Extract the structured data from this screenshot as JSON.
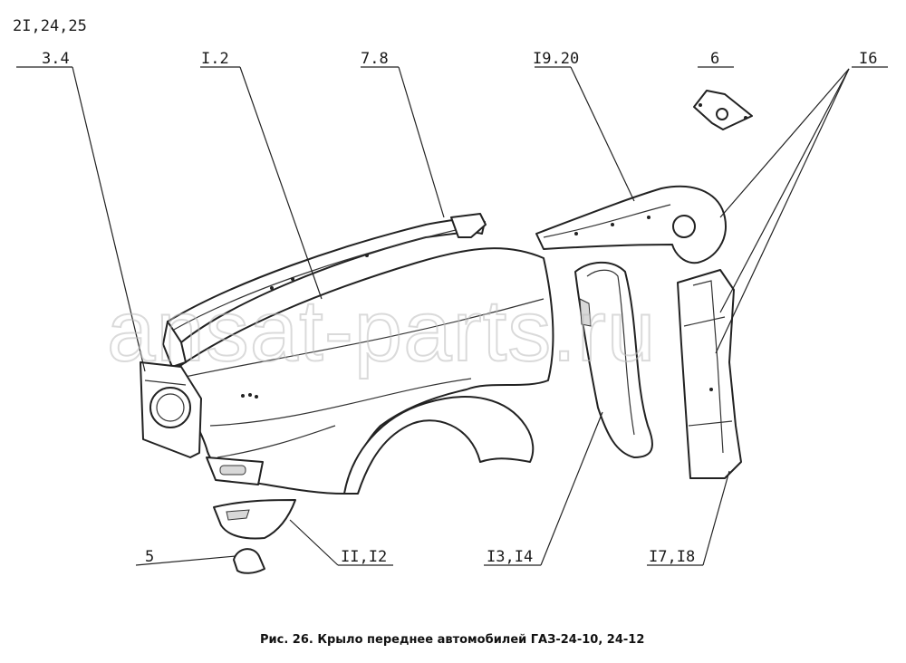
{
  "labels": {
    "l_21_24_25": "2I,24,25",
    "l_3_4": "3.4",
    "l_1_2": "I.2",
    "l_7_8": "7.8",
    "l_19_20": "I9.20",
    "l_6": "6",
    "l_16": "I6",
    "l_5": "5",
    "l_11_12": "II,I2",
    "l_13_14": "I3,I4",
    "l_17_18": "I7,I8"
  },
  "caption": "Рис. 26. Крыло переднее автомобилей  ГАЗ-24-10, 24-12",
  "watermark": "ansat-parts.ru"
}
